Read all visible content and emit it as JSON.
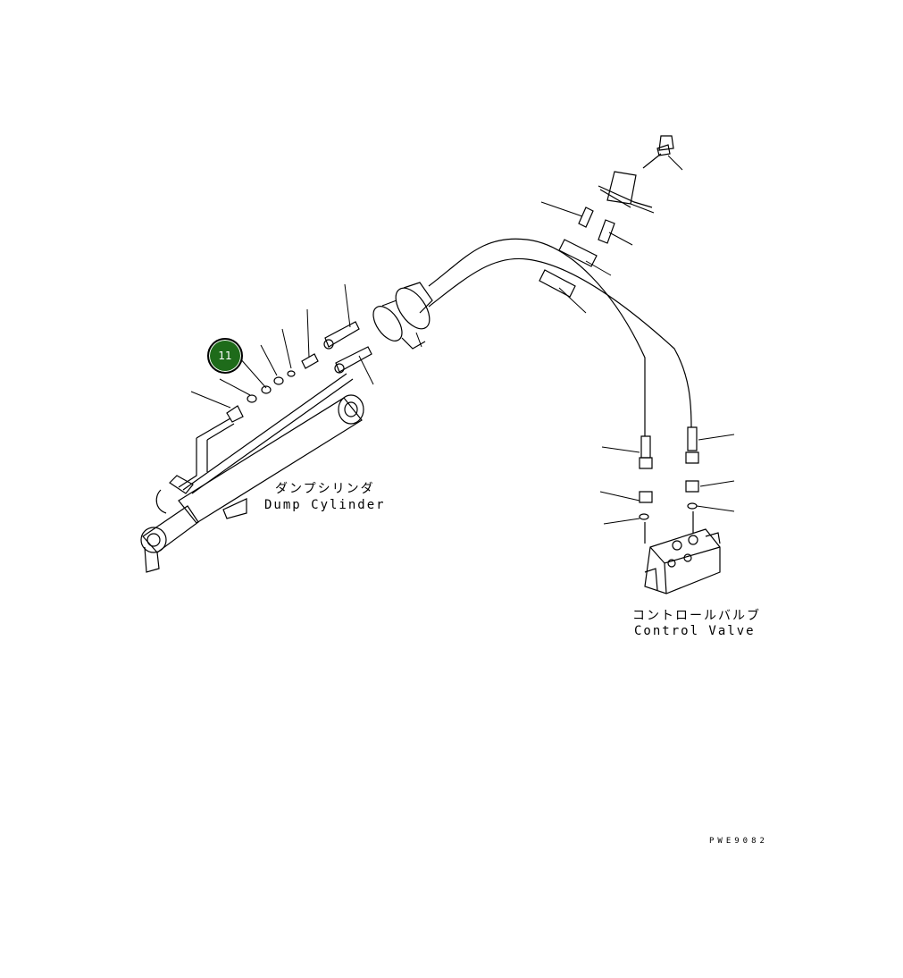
{
  "labels": {
    "dump_cylinder_jp": "ダンプシリンダ",
    "dump_cylinder_en": "Dump Cylinder",
    "control_valve_jp": "コントロールバルブ",
    "control_valve_en": "Control Valve"
  },
  "drawing_code": "PWE9082",
  "callout": {
    "number": "11",
    "color": "#1e6b1a"
  }
}
